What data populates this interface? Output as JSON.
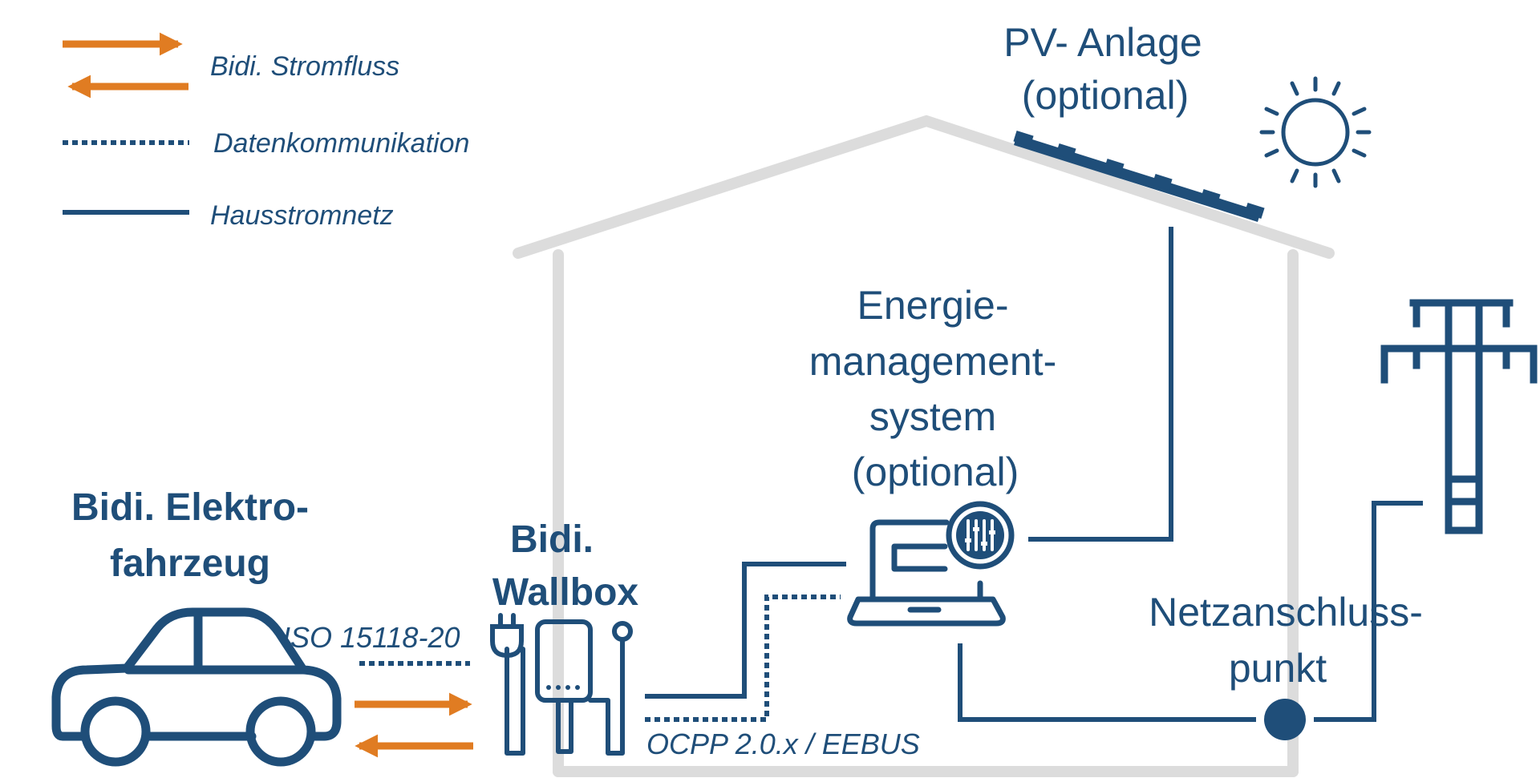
{
  "colors": {
    "navy": "#1f4e79",
    "orange": "#e07c22",
    "house_gray": "#dcdcdc"
  },
  "legend": {
    "power_flow": "Bidi. Stromfluss",
    "data_comm": "Datenkommunikation",
    "house_grid": "Hausstromnetz"
  },
  "labels": {
    "pv_line1": "PV- Anlage",
    "pv_line2": "(optional)",
    "ems_line1": "Energie-",
    "ems_line2": "management-",
    "ems_line3": "system",
    "ems_line4": "(optional)",
    "grid_line1": "Netzanschluss-",
    "grid_line2": "punkt",
    "ev_line1": "Bidi. Elektro-",
    "ev_line2": "fahrzeug",
    "wallbox_line1": "Bidi.",
    "wallbox_line2": "Wallbox",
    "protocol_iso": "ISO 15118-20",
    "protocol_ocpp": "OCPP 2.0.x / EEBUS"
  },
  "icons": {
    "sun": "sun-icon",
    "solar_panel": "solar-panel-icon",
    "power_pylon": "power-pylon-icon",
    "laptop": "laptop-icon",
    "equalizer": "equalizer-icon",
    "car": "car-icon",
    "wallbox": "wallbox-icon",
    "plug": "plug-icon"
  }
}
